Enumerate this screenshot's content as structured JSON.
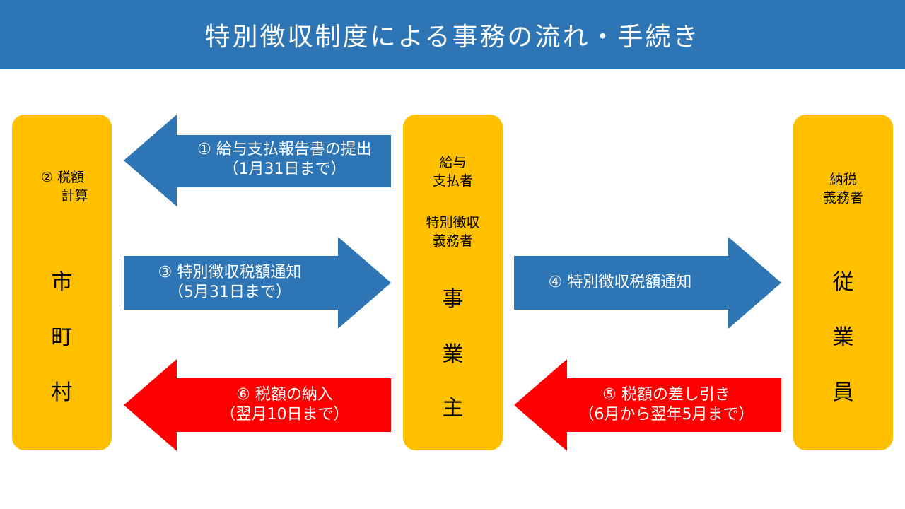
{
  "title": "特別徴収制度による事務の流れ・手続き",
  "colors": {
    "title_bg": "#2e75b6",
    "box": "#ffc000",
    "arrow_blue": "#2e75b6",
    "arrow_red": "#ff0000"
  },
  "left_box": {
    "label_line1": "② 税額",
    "label_line2": "計算",
    "chars": [
      "市",
      "町",
      "村"
    ]
  },
  "center_box": {
    "line1": "給与",
    "line2": "支払者",
    "line3": "特別徴収",
    "line4": "義務者",
    "chars": [
      "事",
      "業",
      "主"
    ]
  },
  "right_box": {
    "line1": "納税",
    "line2": "義務者",
    "chars": [
      "従",
      "業",
      "員"
    ]
  },
  "arrows": {
    "a1": {
      "line1": "① 給与支払報告書の提出",
      "line2": "（1月31日まで）"
    },
    "a3": {
      "line1": "③ 特別徴収税額通知",
      "line2": "（5月31日まで）"
    },
    "a4": {
      "line1": "④ 特別徴収税額通知"
    },
    "a6": {
      "line1": "⑥ 税額の納入",
      "line2": "（翌月10日まで）"
    },
    "a5": {
      "line1": "⑤ 税額の差し引き",
      "line2": "（6月から翌年5月まで）"
    }
  }
}
